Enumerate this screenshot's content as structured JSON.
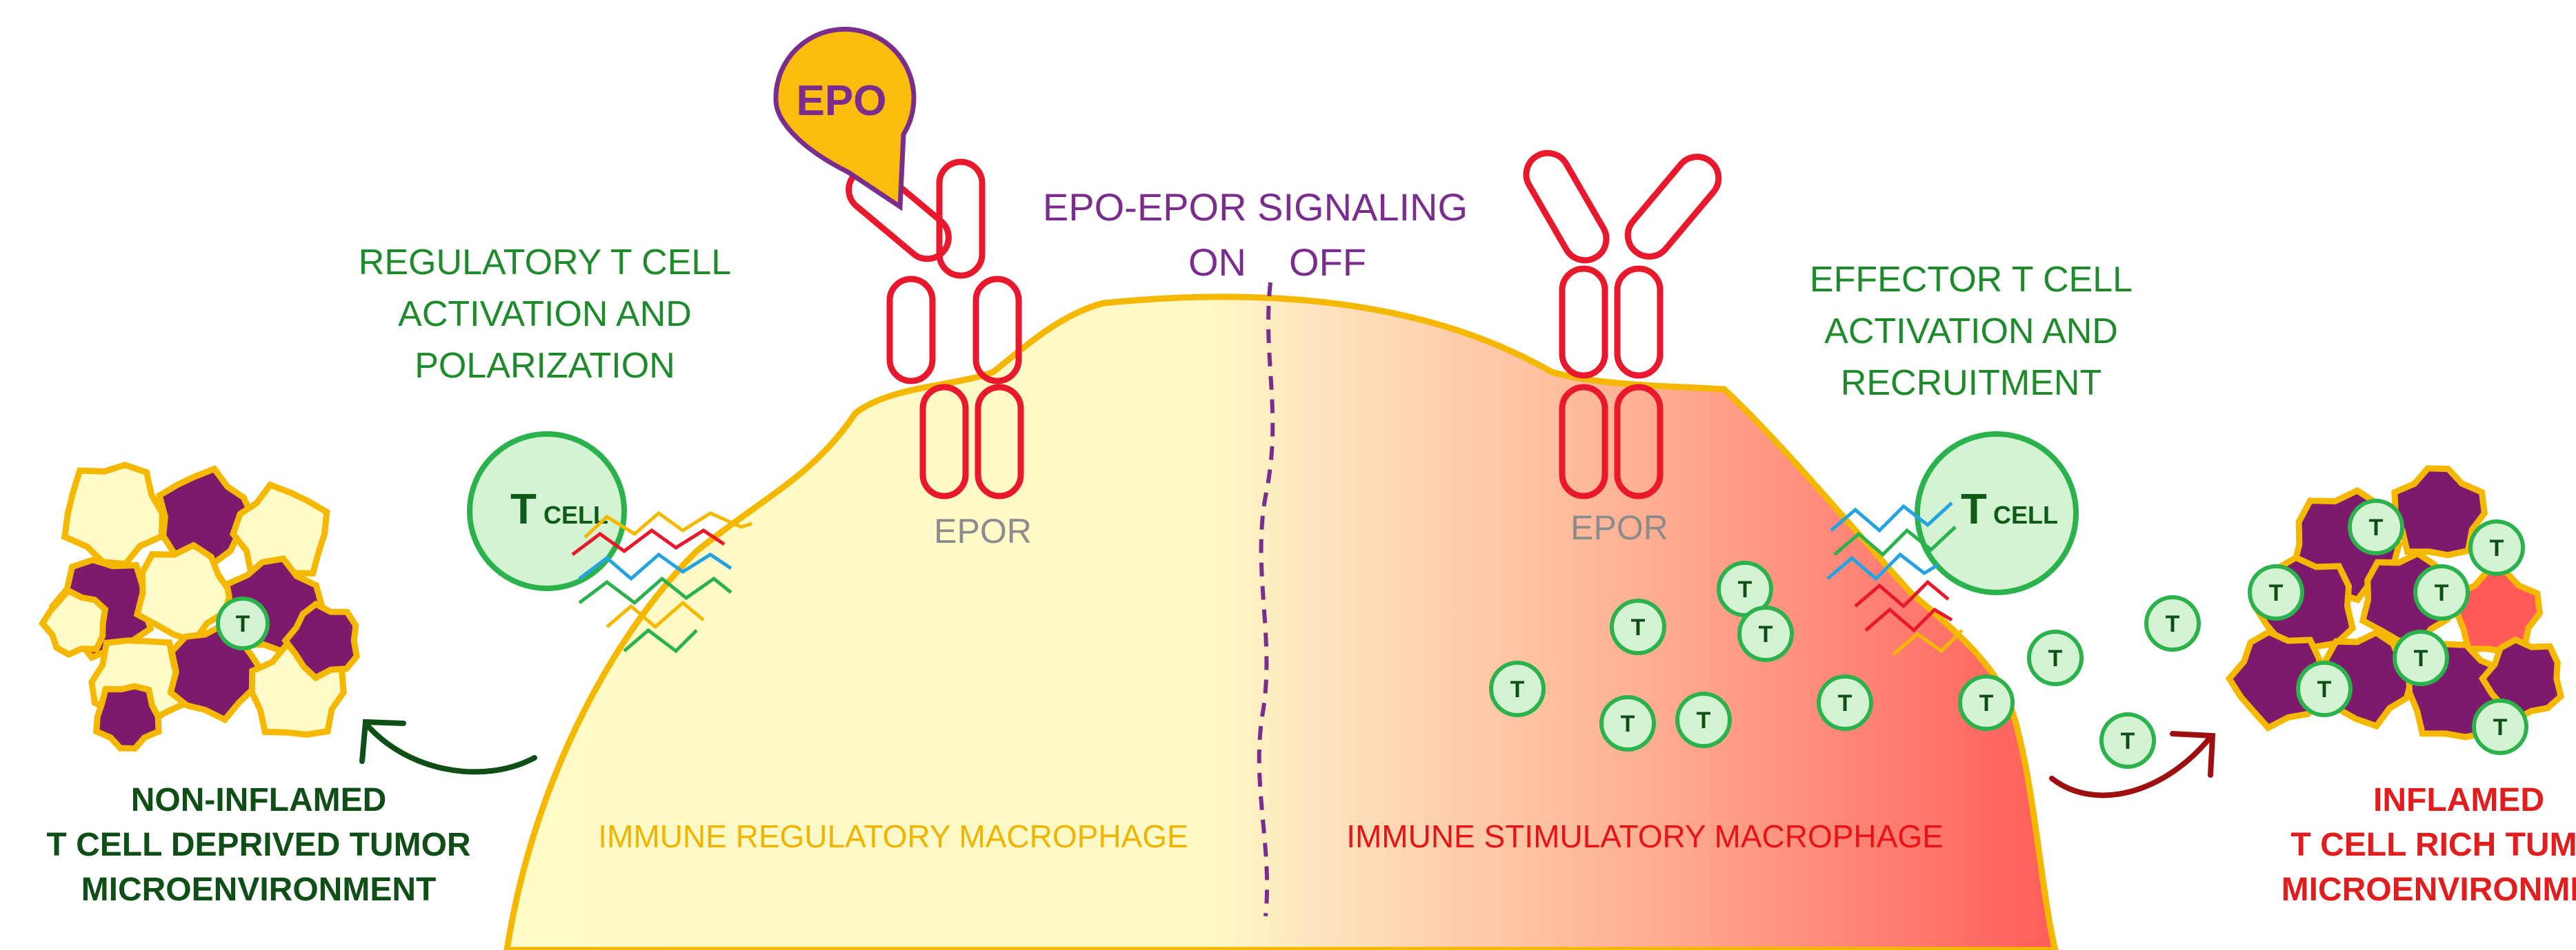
{
  "signaling": {
    "title": "EPO-EPOR SIGNALING",
    "on": "ON",
    "off": "OFF"
  },
  "ligand": {
    "label": "EPO"
  },
  "receptors": {
    "left": "EPOR",
    "right": "EPOR"
  },
  "left": {
    "tcell_title": [
      "REGULATORY T CELL",
      "ACTIVATION AND",
      "POLARIZATION"
    ],
    "macrophage": "IMMUNE REGULATORY MACROPHAGE",
    "tumor": [
      "NON-INFLAMED",
      "T CELL DEPRIVED TUMOR",
      "MICROENVIRONMENT"
    ],
    "tcell": {
      "big": "T",
      "small": "CELL"
    },
    "tumor_t": "T"
  },
  "right": {
    "tcell_title": [
      "EFFECTOR T CELL",
      "ACTIVATION AND",
      "RECRUITMENT"
    ],
    "macrophage": "IMMUNE STIMULATORY MACROPHAGE",
    "tumor": [
      "INFLAMED",
      "T CELL RICH TUMOR",
      "MICROENVIRONMENT"
    ],
    "tcell": {
      "big": "T",
      "small": "CELL"
    },
    "t_mark": "T"
  },
  "colors": {
    "macrophage_outline": "#f5b800",
    "macrophage_left_fill": "#fefbc9",
    "macrophage_right_fill": "#ff6060",
    "receptor": "#e8192c",
    "epo_fill": "#fbbd0d",
    "epo_outline": "#7b2d8e",
    "tcell_fill": "#d4f3d2",
    "tcell_outline": "#2bb24c",
    "tumor_cell": "#7d1a6b",
    "tumor_border": "#f5b800",
    "arrow_left": "#0f4f17",
    "arrow_right": "#9e0f10"
  }
}
